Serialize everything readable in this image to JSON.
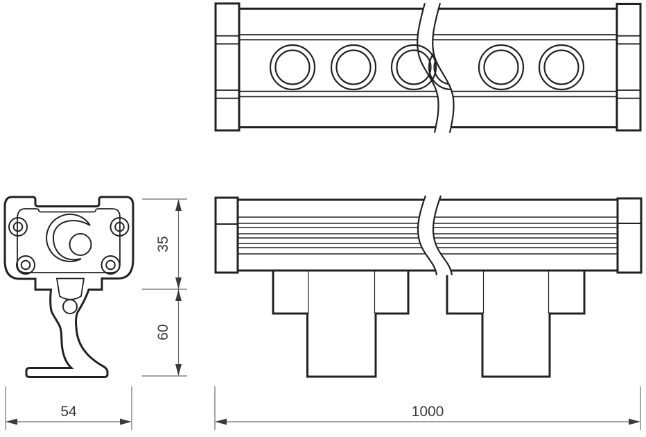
{
  "drawing": {
    "type": "technical-dimension-drawing",
    "subject": "linear LED wall-washer luminaire, three orthographic views with break lines",
    "colors": {
      "background": "#ffffff",
      "outline": "#212121",
      "dimension_line": "#6b6b6b",
      "dimension_text": "#3a3a3a"
    }
  },
  "dimensions": {
    "width": "54",
    "length": "1000",
    "body_height": "35",
    "bracket_height": "60"
  }
}
